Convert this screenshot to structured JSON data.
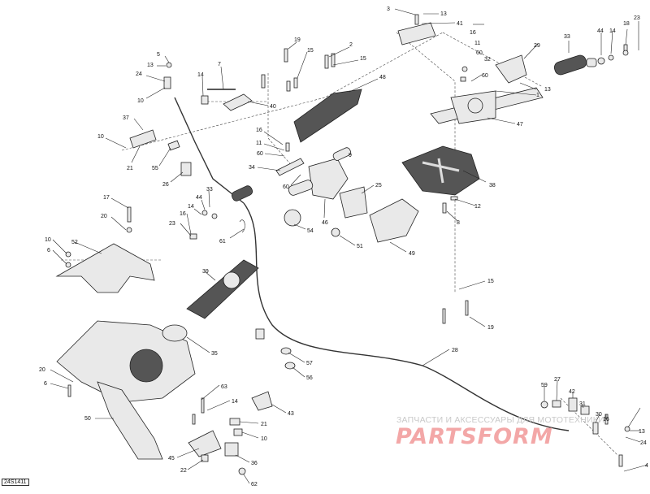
{
  "diagram": {
    "reference_code": "24S1411",
    "watermark": {
      "line": "ЗАПЧАСТИ И АКСЕССУАРЫ ДЛЯ МОТОТЕХНИКИ",
      "logo": "PARTSFORM"
    },
    "callouts": [
      {
        "id": "c3",
        "label": "3"
      },
      {
        "id": "c13a",
        "label": "13"
      },
      {
        "id": "c41",
        "label": "41"
      },
      {
        "id": "c16a",
        "label": "16"
      },
      {
        "id": "c11a",
        "label": "11"
      },
      {
        "id": "c60a",
        "label": "60"
      },
      {
        "id": "c32",
        "label": "32"
      },
      {
        "id": "c29",
        "label": "29"
      },
      {
        "id": "c33",
        "label": "33"
      },
      {
        "id": "c44a",
        "label": "44"
      },
      {
        "id": "c14a",
        "label": "14"
      },
      {
        "id": "c18",
        "label": "18"
      },
      {
        "id": "c23a",
        "label": "23"
      },
      {
        "id": "c60b",
        "label": "60"
      },
      {
        "id": "c13b",
        "label": "13"
      },
      {
        "id": "c1",
        "label": "1"
      },
      {
        "id": "c47",
        "label": "47"
      },
      {
        "id": "c19a",
        "label": "19"
      },
      {
        "id": "c2",
        "label": "2"
      },
      {
        "id": "c15a",
        "label": "15"
      },
      {
        "id": "c15b",
        "label": "15"
      },
      {
        "id": "c48",
        "label": "48"
      },
      {
        "id": "c5",
        "label": "5"
      },
      {
        "id": "c13c",
        "label": "13"
      },
      {
        "id": "c24a",
        "label": "24"
      },
      {
        "id": "c10a",
        "label": "10"
      },
      {
        "id": "c7",
        "label": "7"
      },
      {
        "id": "c14b",
        "label": "14"
      },
      {
        "id": "c40",
        "label": "40"
      },
      {
        "id": "c37",
        "label": "37"
      },
      {
        "id": "c10b",
        "label": "10"
      },
      {
        "id": "c21a",
        "label": "21"
      },
      {
        "id": "c55",
        "label": "55"
      },
      {
        "id": "c26",
        "label": "26"
      },
      {
        "id": "c16b",
        "label": "16"
      },
      {
        "id": "c11b",
        "label": "11"
      },
      {
        "id": "c60c",
        "label": "60"
      },
      {
        "id": "c34",
        "label": "34"
      },
      {
        "id": "c60d",
        "label": "60"
      },
      {
        "id": "c9",
        "label": "9"
      },
      {
        "id": "c38",
        "label": "38"
      },
      {
        "id": "c25",
        "label": "25"
      },
      {
        "id": "c12",
        "label": "12"
      },
      {
        "id": "c8",
        "label": "8"
      },
      {
        "id": "c17",
        "label": "17"
      },
      {
        "id": "c33b",
        "label": "33"
      },
      {
        "id": "c44b",
        "label": "44"
      },
      {
        "id": "c14c",
        "label": "14"
      },
      {
        "id": "c16c",
        "label": "16"
      },
      {
        "id": "c23b",
        "label": "23"
      },
      {
        "id": "c20a",
        "label": "20"
      },
      {
        "id": "c61",
        "label": "61"
      },
      {
        "id": "c54",
        "label": "54"
      },
      {
        "id": "c46",
        "label": "46"
      },
      {
        "id": "c51",
        "label": "51"
      },
      {
        "id": "c49",
        "label": "49"
      },
      {
        "id": "c10c",
        "label": "10"
      },
      {
        "id": "c52",
        "label": "52"
      },
      {
        "id": "c6a",
        "label": "6"
      },
      {
        "id": "c39",
        "label": "39"
      },
      {
        "id": "c15c",
        "label": "15"
      },
      {
        "id": "c19b",
        "label": "19"
      },
      {
        "id": "c35",
        "label": "35"
      },
      {
        "id": "c57",
        "label": "57"
      },
      {
        "id": "c56",
        "label": "56"
      },
      {
        "id": "c28",
        "label": "28"
      },
      {
        "id": "c20b",
        "label": "20"
      },
      {
        "id": "c6b",
        "label": "6"
      },
      {
        "id": "c50",
        "label": "50"
      },
      {
        "id": "c63",
        "label": "63"
      },
      {
        "id": "c14d",
        "label": "14"
      },
      {
        "id": "c43",
        "label": "43"
      },
      {
        "id": "c21b",
        "label": "21"
      },
      {
        "id": "c10d",
        "label": "10"
      },
      {
        "id": "c45",
        "label": "45"
      },
      {
        "id": "c22",
        "label": "22"
      },
      {
        "id": "c36",
        "label": "36"
      },
      {
        "id": "c62",
        "label": "62"
      },
      {
        "id": "c59",
        "label": "59"
      },
      {
        "id": "c27",
        "label": "27"
      },
      {
        "id": "c42",
        "label": "42"
      },
      {
        "id": "c31",
        "label": "31"
      },
      {
        "id": "c30",
        "label": "30"
      },
      {
        "id": "c16d",
        "label": "16"
      },
      {
        "id": "c13d",
        "label": "13"
      },
      {
        "id": "c24b",
        "label": "24"
      },
      {
        "id": "c4",
        "label": "4"
      }
    ]
  }
}
